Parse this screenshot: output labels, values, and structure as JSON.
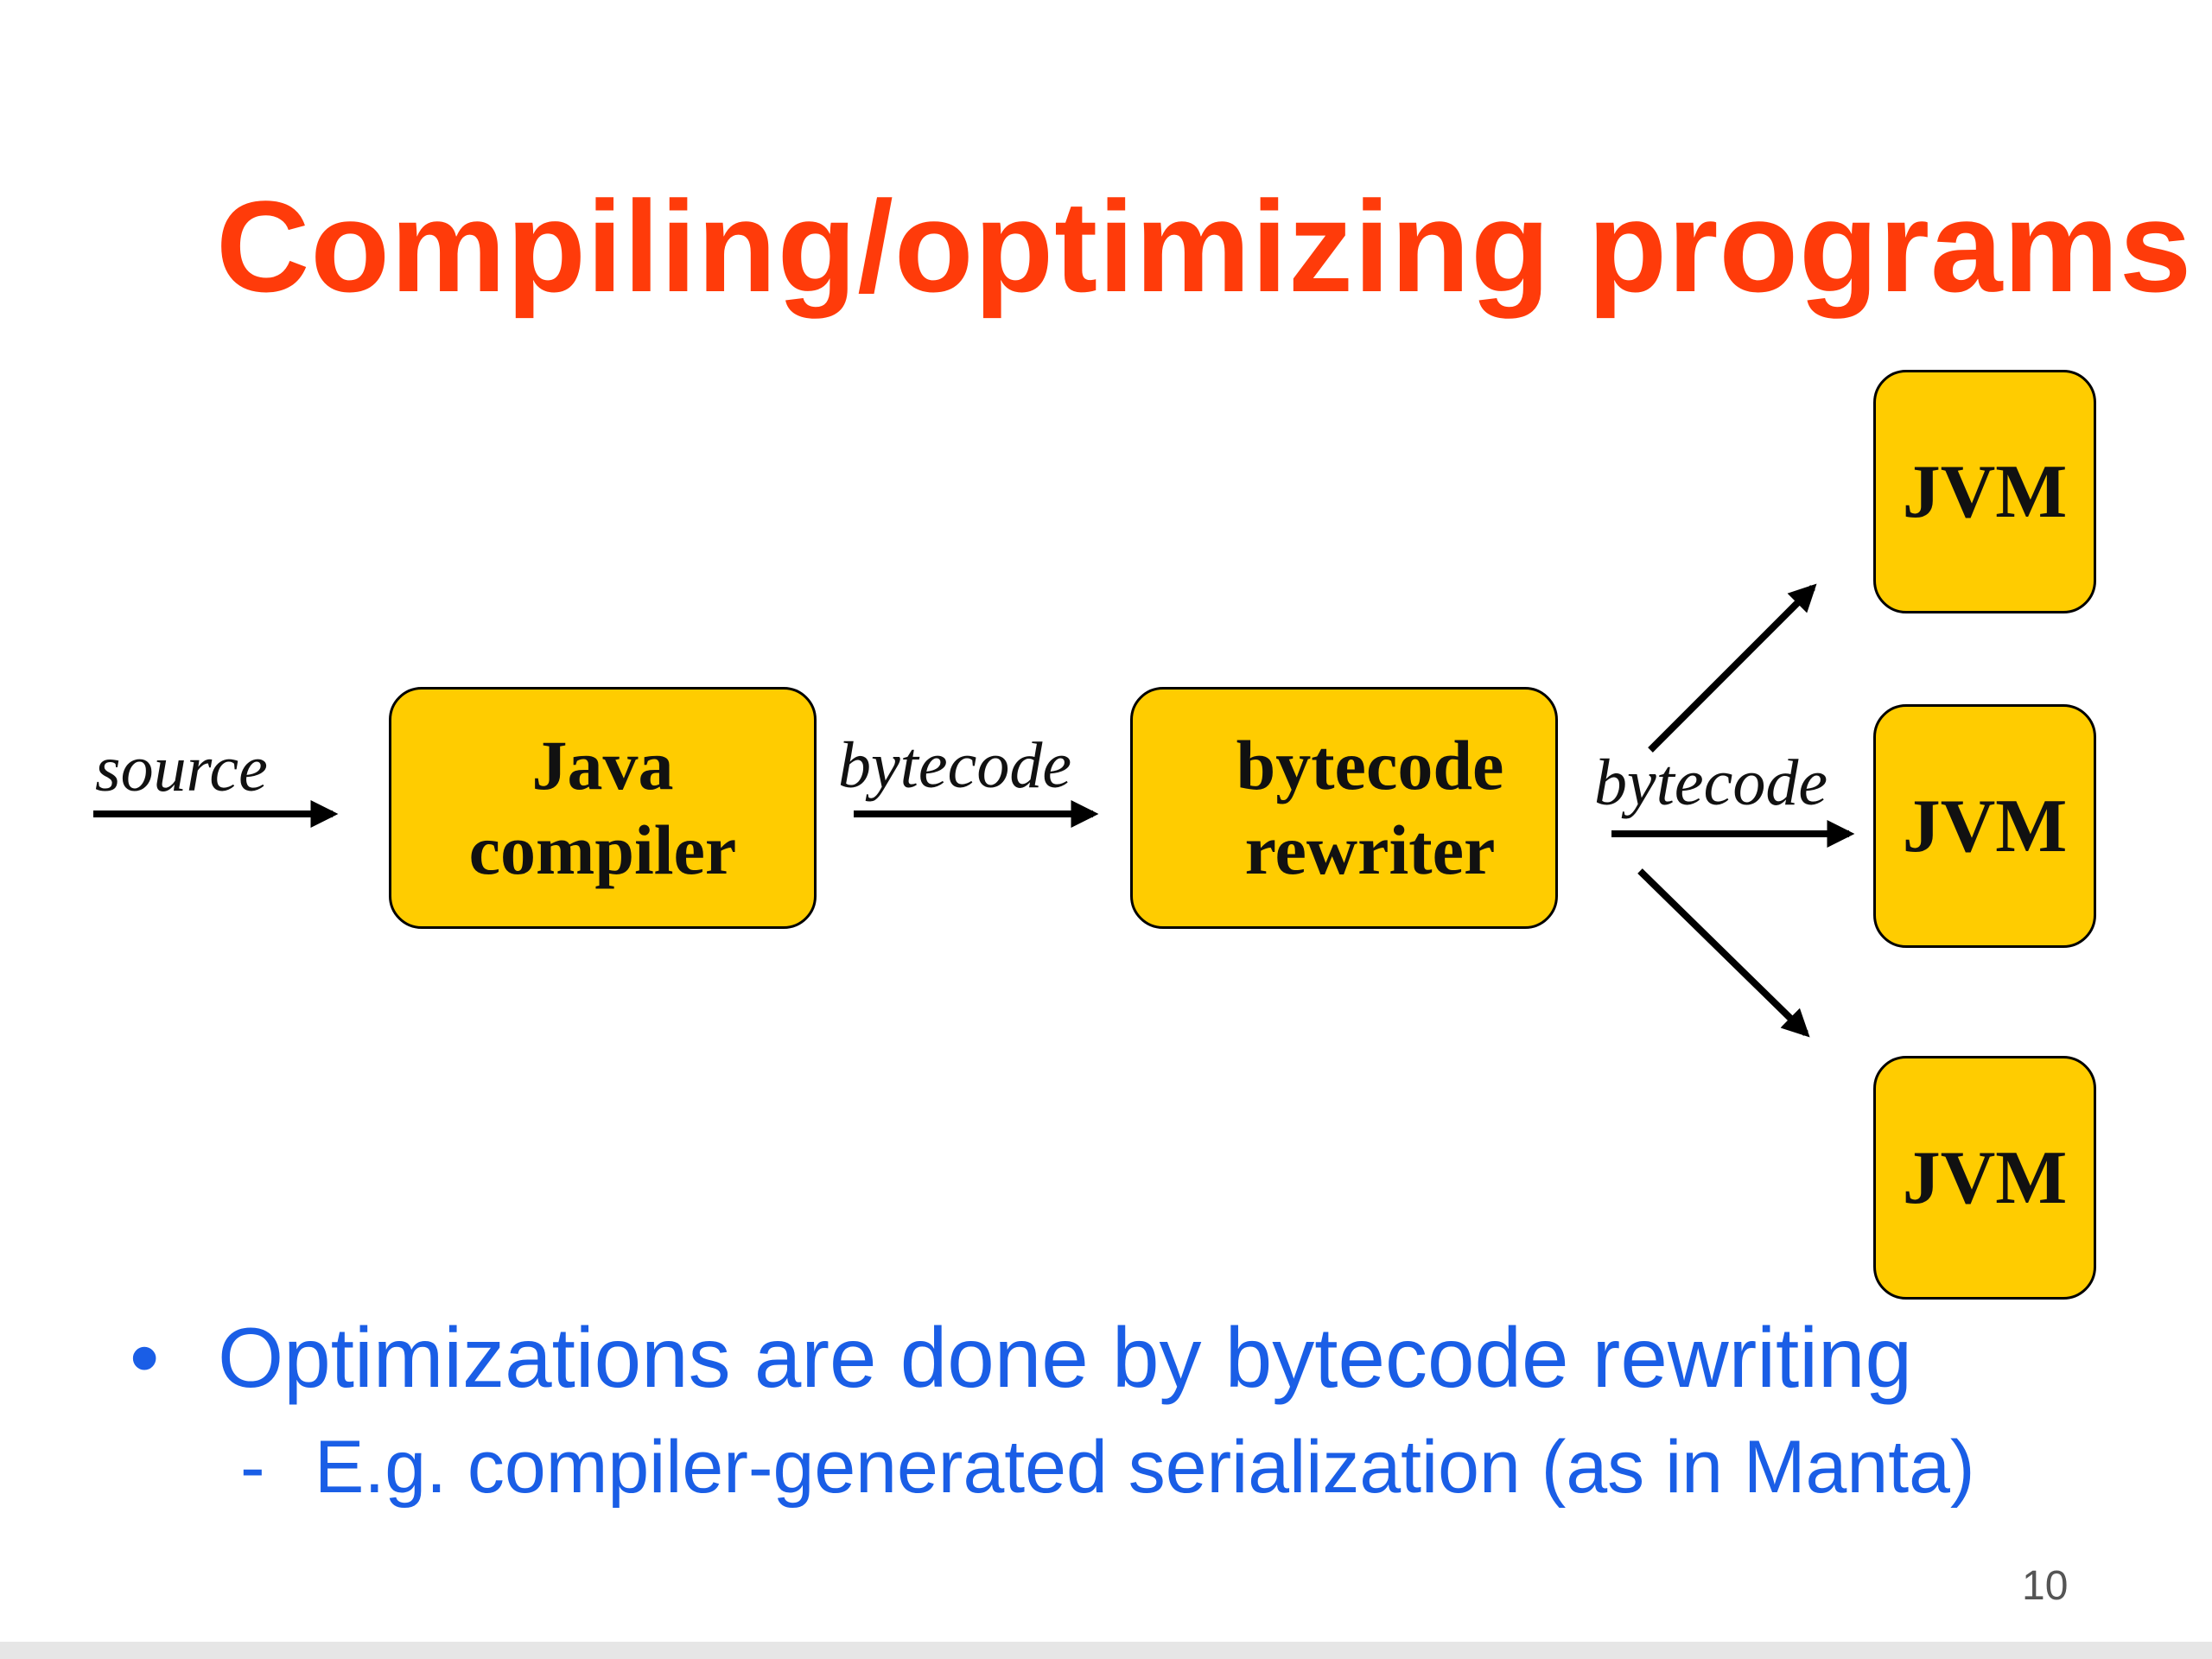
{
  "slide": {
    "title": "Compiling/optimizing programs",
    "title_color": "#ff3b0a",
    "box_color": "#ffcc00",
    "text_color": "#1a5ee6",
    "page_number": "10"
  },
  "diagram": {
    "nodes": {
      "java_compiler": {
        "line1": "Java",
        "line2": "compiler"
      },
      "bytecode_rewriter": {
        "line1": "bytecode",
        "line2": "rewriter"
      },
      "jvm_top": {
        "label": "JVM"
      },
      "jvm_middle": {
        "label": "JVM"
      },
      "jvm_bottom": {
        "label": "JVM"
      }
    },
    "edges": {
      "source_in": {
        "label": "source"
      },
      "compiler_to_rewriter": {
        "label": "bytecode"
      },
      "rewriter_to_jvms": {
        "label": "bytecode"
      }
    }
  },
  "bullets": [
    {
      "marker": "•",
      "text": "Optimizations are done by bytecode rewriting",
      "children": [
        {
          "marker": "-",
          "text": "E.g. compiler-generated serialization (as in Manta)"
        }
      ]
    }
  ]
}
